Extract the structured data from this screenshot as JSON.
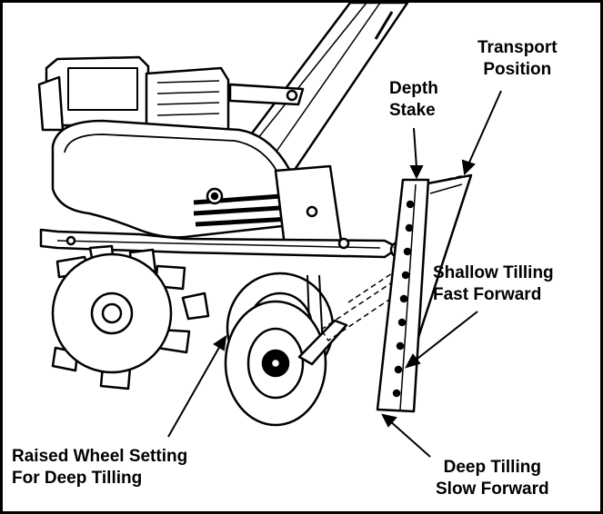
{
  "labels": {
    "transport": [
      "Transport",
      "Position"
    ],
    "depth_stake": [
      "Depth",
      "Stake"
    ],
    "shallow": [
      "Shallow Tilling",
      "Fast Forward"
    ],
    "raised_wheel": [
      "Raised Wheel Setting",
      "For Deep Tilling"
    ],
    "deep": [
      "Deep Tilling",
      "Slow Forward"
    ]
  }
}
